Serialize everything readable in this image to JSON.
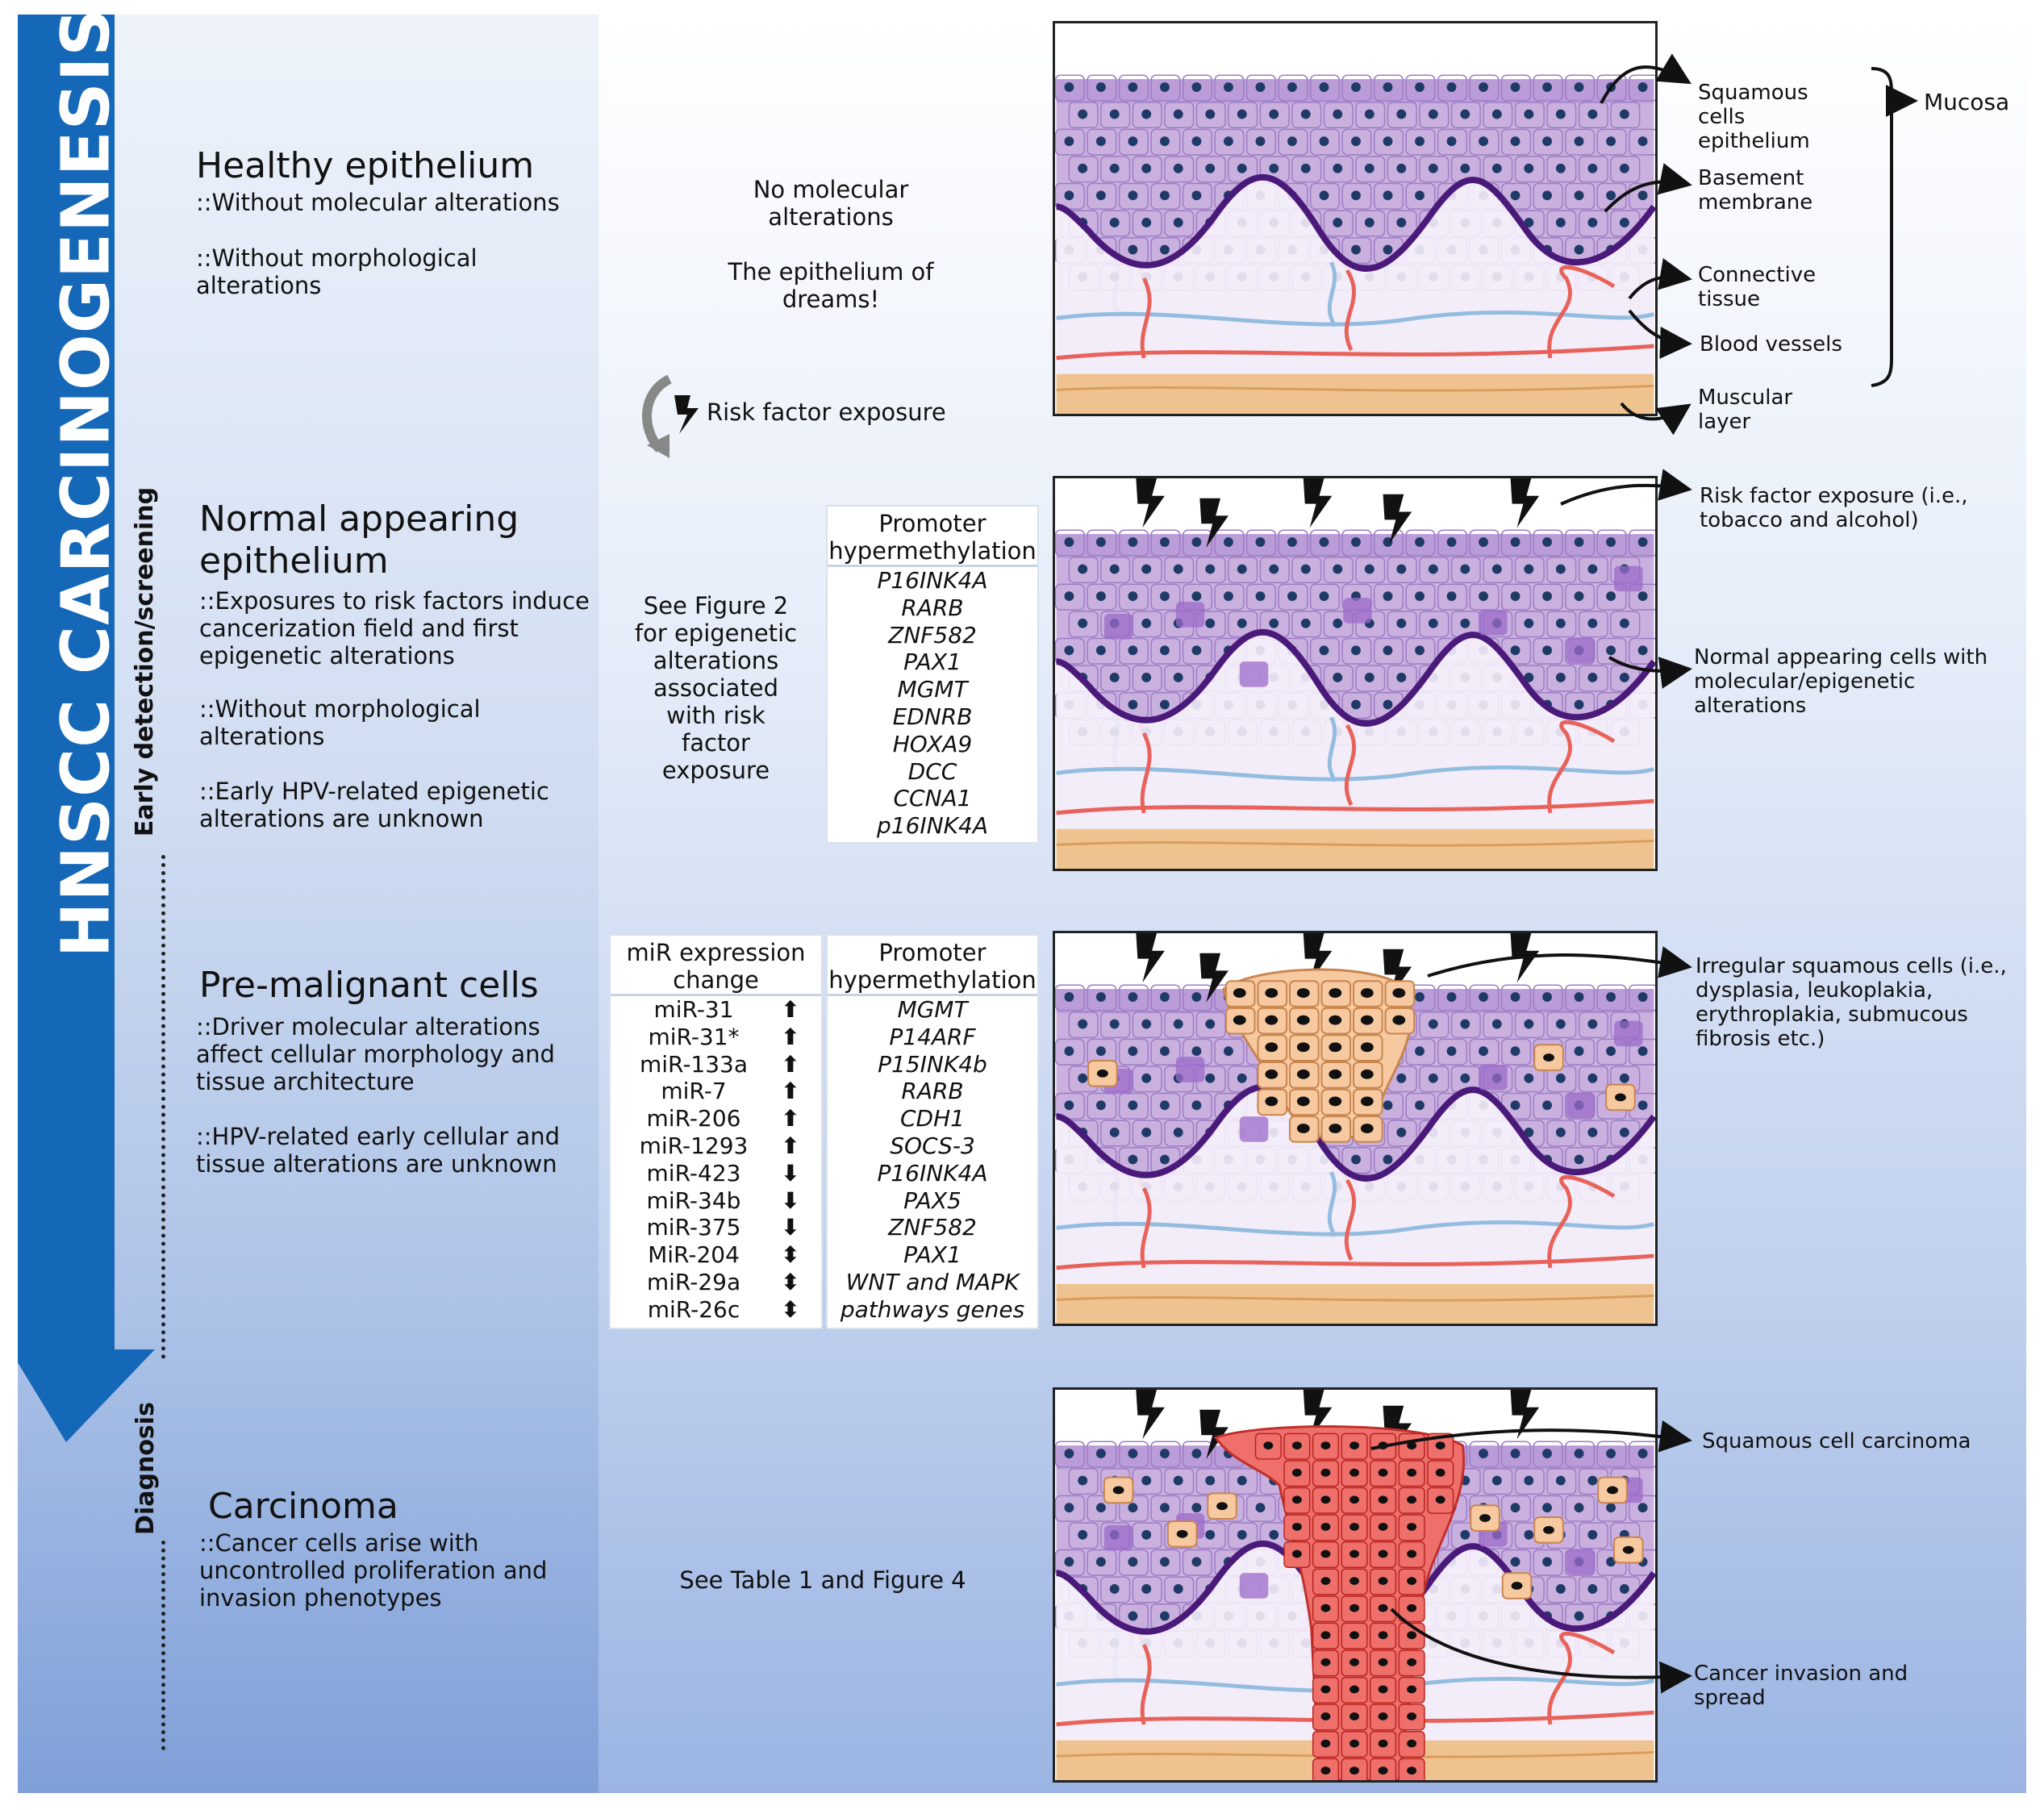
{
  "title": "HNSCC CARCINOGENESIS",
  "labels": {
    "early_detection": "Early detection/screening",
    "diagnosis": "Diagnosis"
  },
  "stages": [
    {
      "title": "Healthy epithelium",
      "notes": [
        "::Without molecular alterations",
        "::Without morphological alterations"
      ],
      "center": [
        "No molecular alterations",
        "The epithelium of dreams!"
      ]
    },
    {
      "title": "Normal appearing epithelium",
      "notes": [
        "::Exposures to risk factors induce cancerization field and first epigenetic alterations",
        "::Without morphological alterations",
        "::Early HPV-related epigenetic alterations are unknown"
      ],
      "center": [
        "See Figure 2 for epigenetic alterations associated with risk factor exposure"
      ]
    },
    {
      "title": "Pre-malignant cells",
      "notes": [
        "::Driver molecular alterations affect cellular morphology and tissue architecture",
        "::HPV-related early cellular and tissue alterations are unknown"
      ]
    },
    {
      "title": "Carcinoma",
      "notes": [
        "::Cancer cells arise with uncontrolled proliferation and invasion phenotypes"
      ],
      "center": [
        "See Table 1 and Figure 4"
      ]
    }
  ],
  "risk_factor": "Risk factor exposure",
  "table_normal": {
    "header": "Promoter hypermethylation",
    "genes": [
      "P16INK4A",
      "RARB",
      "ZNF582",
      "PAX1",
      "MGMT",
      "EDNRB",
      "HOXA9",
      "DCC",
      "CCNA1",
      "p16INK4A"
    ]
  },
  "table_mir": {
    "header": "miR expression change",
    "rows": [
      {
        "name": "miR-31",
        "dir": "⬆"
      },
      {
        "name": "miR-31*",
        "dir": "⬆"
      },
      {
        "name": "miR-133a",
        "dir": "⬆"
      },
      {
        "name": "miR-7",
        "dir": "⬆"
      },
      {
        "name": "miR-206",
        "dir": "⬆"
      },
      {
        "name": "miR-1293",
        "dir": "⬆"
      },
      {
        "name": "miR-423",
        "dir": "⬇"
      },
      {
        "name": "miR-34b",
        "dir": "⬇"
      },
      {
        "name": "miR-375",
        "dir": "⬇"
      },
      {
        "name": "MiR-204",
        "dir": "⬍"
      },
      {
        "name": "miR-29a",
        "dir": "⬍"
      },
      {
        "name": "miR-26c",
        "dir": "⬍"
      }
    ]
  },
  "table_premal": {
    "header": "Promoter hypermethylation",
    "genes": [
      "MGMT",
      "P14ARF",
      "P15INK4b",
      "RARB",
      "CDH1",
      "SOCS-3",
      "P16INK4A",
      "PAX5",
      "ZNF582",
      "PAX1",
      "WNT and MAPK",
      "pathways genes"
    ]
  },
  "annotations": {
    "panel1": [
      "Squamous cells epithelium",
      "Basement membrane",
      "Connective tissue",
      "Blood vessels",
      "Muscular layer",
      "Mucosa"
    ],
    "panel2": [
      "Risk factor exposure (i.e., tobacco and alcohol)",
      "Normal appearing cells with molecular/epigenetic alterations"
    ],
    "panel3": [
      "Irregular squamous cells (i.e., dysplasia, leukoplakia, erythroplakia, submucous fibrosis etc.)"
    ],
    "panel4": [
      "Squamous cell carcinoma",
      "Cancer invasion and spread"
    ]
  },
  "colors": {
    "arrow_blue": "#1567b8",
    "epithelium": "#c9b0df",
    "nucleus": "#1f3a66",
    "basement": "#4a1a7a",
    "vessel_red": "#e8625a",
    "vessel_blue": "#93bde0",
    "muscle": "#efc38f",
    "premalignant": "#f6c9a1",
    "carcinoma": "#ef6f6b"
  }
}
